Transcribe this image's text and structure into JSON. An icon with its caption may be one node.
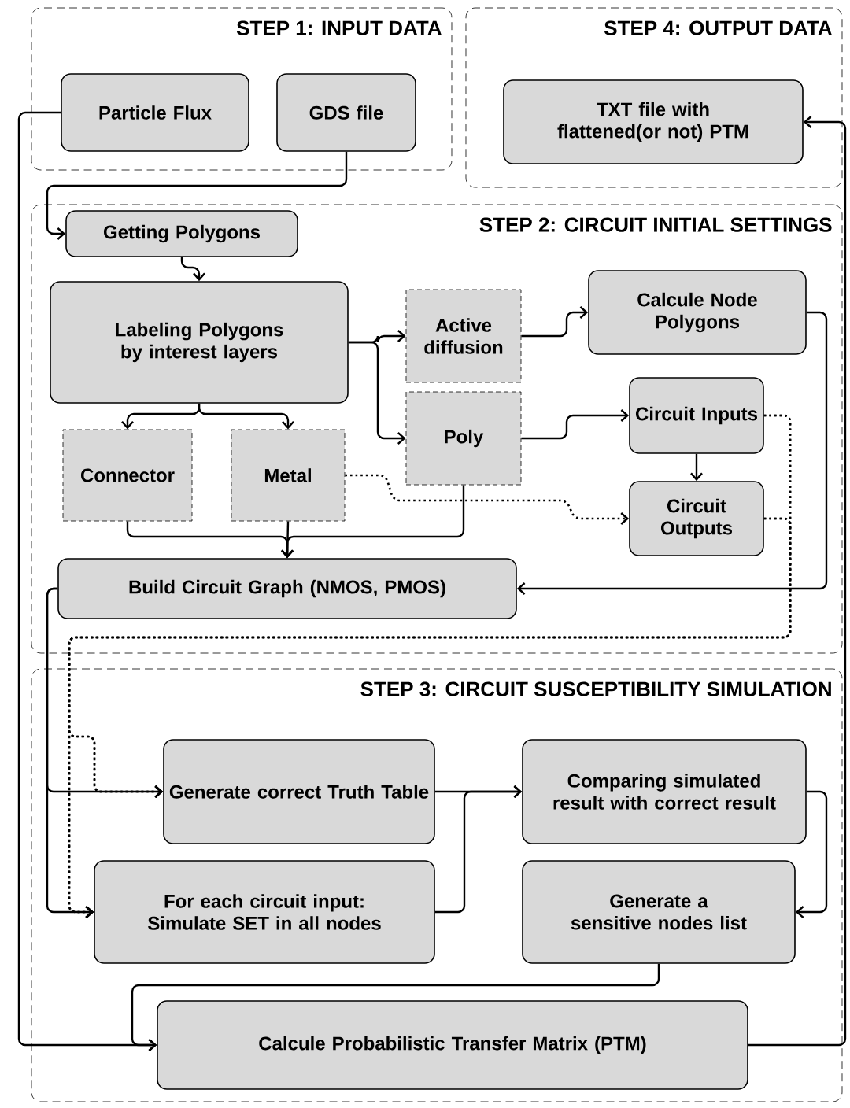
{
  "diagram": {
    "nodes": [
      {
        "text": [
          "STEP 1: INPUT DATA"
        ]
      },
      {
        "text": [
          "Particle Flux"
        ],
        "in": 0
      },
      {
        "text": [
          "GDS file"
        ],
        "in": 0
      },
      {
        "text": [
          "STEP 4: OUTPUT DATA"
        ]
      },
      {
        "text": [
          "TXT file with flattened(or not) PTM"
        ],
        "in": 3
      },
      {
        "text": [
          "STEP 2: CIRCUIT INITIAL SETTINGS"
        ]
      },
      {
        "text": [
          "Getting Polygons"
        ],
        "in": 5
      },
      {
        "text": [
          "Labeling Polygons by interest layers"
        ],
        "in": 5
      },
      {
        "text": [
          "Active diffusion"
        ],
        "in": 5
      },
      {
        "text": [
          "Calcule Node Polygons"
        ],
        "in": 5
      },
      {
        "text": [
          "Connector"
        ],
        "in": 5
      },
      {
        "text": [
          "Metal"
        ],
        "in": 5
      },
      {
        "text": [
          "Poly"
        ],
        "in": 5
      },
      {
        "text": [
          "Circuit Inputs"
        ],
        "in": 5
      },
      {
        "text": [
          "Circuit Outputs"
        ],
        "in": 5
      },
      {
        "text": [
          "Build Circuit Graph (NMOS, PMOS)"
        ],
        "in": 5
      },
      {
        "text": [
          "STEP 3: CIRCUIT SUSCEPTIBILITY SIMULATION"
        ]
      },
      {
        "text": [
          "Generate correct Truth Table"
        ],
        "in": 16
      },
      {
        "text": [
          "Comparing simulated result with correct result"
        ],
        "in": 16
      },
      {
        "text": [
          "For each circuit input: Simulate SET in all nodes"
        ],
        "in": 16
      },
      {
        "text": [
          "Generate a sensitive nodes list"
        ],
        "in": 16
      },
      {
        "text": [
          "Calcule Probabilistic Transfer Matrix (PTM)"
        ],
        "in": 16
      }
    ],
    "edges": [
      {
        "from": 2,
        "to": 6,
        "arrow": "to"
      },
      {
        "from": 6,
        "to": 7,
        "arrow": "to"
      },
      {
        "from": 7,
        "to": 8,
        "arrow": "to"
      },
      {
        "from": 7,
        "to": 12,
        "arrow": "to"
      },
      {
        "from": 7,
        "to": 10,
        "arrow": "to"
      },
      {
        "from": 7,
        "to": 11,
        "arrow": "to"
      },
      {
        "from": 8,
        "to": 9,
        "arrow": "to"
      },
      {
        "from": 12,
        "to": 13,
        "arrow": "to"
      },
      {
        "from": 13,
        "to": 14,
        "arrow": "to"
      },
      {
        "from": 11,
        "to": 14,
        "arrow": "to",
        "style": "dashed"
      },
      {
        "from": 10,
        "to": 15,
        "arrow": "to"
      },
      {
        "from": 11,
        "to": 15,
        "arrow": "to"
      },
      {
        "from": 12,
        "to": 15,
        "arrow": "to"
      },
      {
        "from": 9,
        "to": 15,
        "arrow": "to"
      },
      {
        "from": 15,
        "to": 17,
        "arrow": "to"
      },
      {
        "from": 15,
        "to": 19,
        "arrow": "to"
      },
      {
        "from": 13,
        "to": 17,
        "arrow": "to",
        "style": "dashed"
      },
      {
        "from": 13,
        "to": 19,
        "arrow": "to",
        "style": "dashed"
      },
      {
        "from": 14,
        "to": 17,
        "arrow": "to",
        "style": "dashed"
      },
      {
        "from": 14,
        "to": 19,
        "arrow": "to",
        "style": "dashed"
      },
      {
        "from": 17,
        "to": 18,
        "arrow": "to"
      },
      {
        "from": 19,
        "to": 18,
        "arrow": "to"
      },
      {
        "from": 18,
        "to": 20,
        "arrow": "to"
      },
      {
        "from": 20,
        "to": 21,
        "arrow": "to"
      },
      {
        "from": 1,
        "to": 21,
        "arrow": "to"
      },
      {
        "from": 21,
        "to": 4,
        "arrow": "to"
      }
    ]
  }
}
